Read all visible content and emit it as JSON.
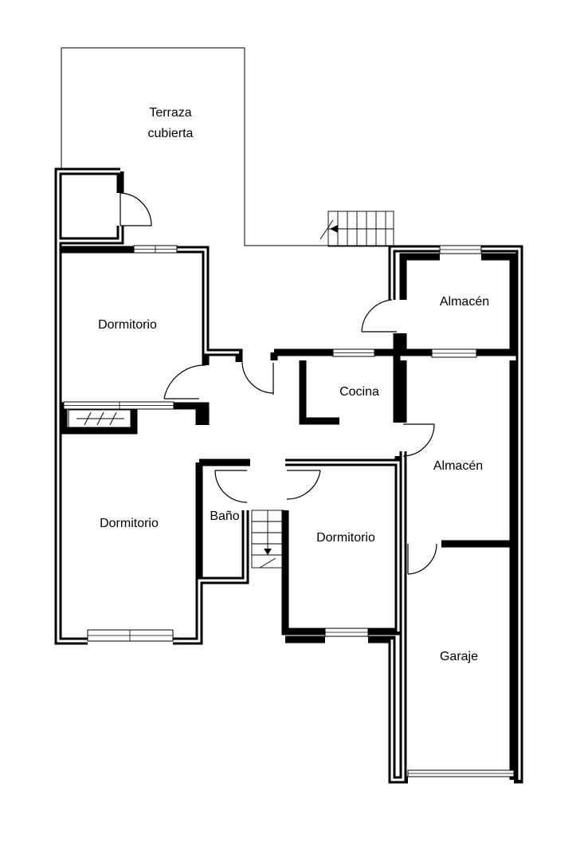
{
  "rooms": {
    "terraza_line1": "Terraza",
    "terraza_line2": "cubierta",
    "dormitorio_top": "Dormitorio",
    "dormitorio_left": "Dormitorio",
    "dormitorio_center": "Dormitorio",
    "almacen_top": "Almacén",
    "almacen_middle": "Almacén",
    "cocina": "Cocina",
    "bano": "Baño",
    "garaje": "Garaje"
  }
}
